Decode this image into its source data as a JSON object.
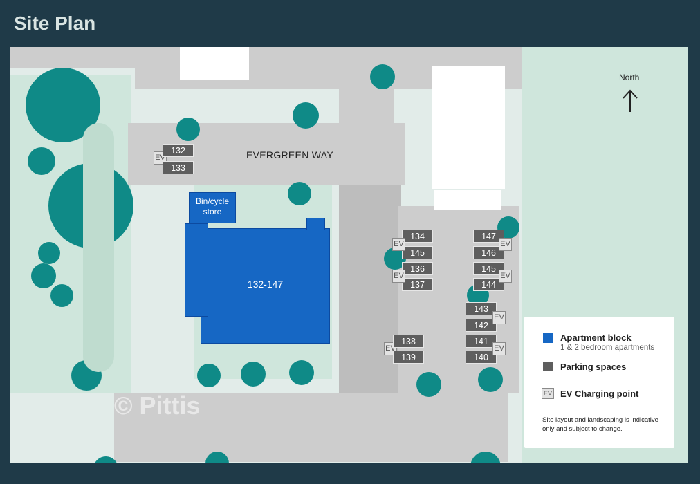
{
  "page_title": "Site Plan",
  "north_label": "North",
  "street_name": "EVERGREEN WAY",
  "block_label": "132-147",
  "bin_store_label": "Bin/cycle\nstore",
  "ev_label": "EV",
  "parking": {
    "p132": "132",
    "p133": "133",
    "p134": "134",
    "p135": "145",
    "p136": "136",
    "p137": "137",
    "p138": "138",
    "p139": "139",
    "p140": "140",
    "p141": "141",
    "p142": "142",
    "p143": "143",
    "p144": "144",
    "p145": "145",
    "p146": "146",
    "p147": "147"
  },
  "legend": {
    "apartment_title": "Apartment block",
    "apartment_sub": "1 & 2 bedroom apartments",
    "parking_title": "Parking spaces",
    "ev_title": "EV Charging point",
    "ev_swatch": "EV",
    "note": "Site layout and landscaping is indicative only and subject to change."
  },
  "watermark": "© Pittis",
  "colors": {
    "apartment": "#1667c4",
    "parking": "#5e5e5e",
    "tree": "#0f8a87",
    "background": "#1f3a48"
  }
}
